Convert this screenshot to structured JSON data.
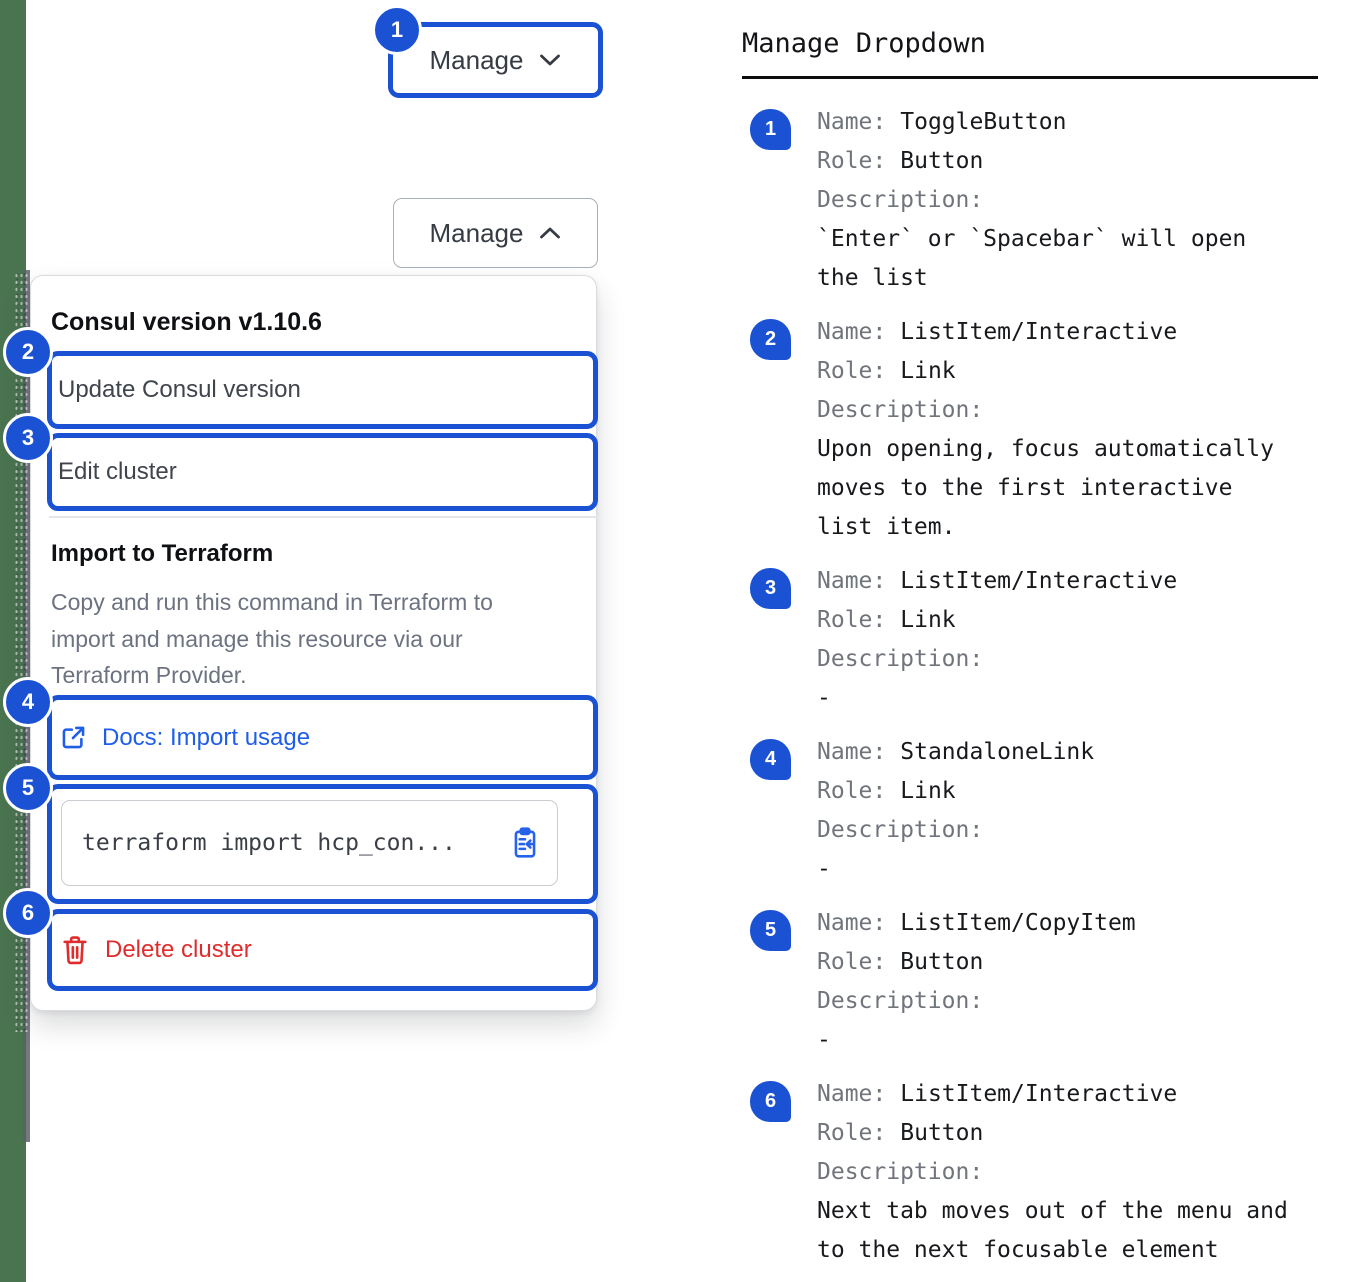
{
  "colors": {
    "annotation_blue": "#1b52d4",
    "link_blue": "#1f5ee8",
    "danger_red": "#e02c2c",
    "edge_green": "#4a7350"
  },
  "toggle_button": {
    "label": "Manage"
  },
  "open_button": {
    "label": "Manage"
  },
  "annotation_numbers": [
    "1",
    "2",
    "3",
    "4",
    "5",
    "6"
  ],
  "dropdown": {
    "version_header": "Consul version v1.10.6",
    "menu_items": [
      {
        "label": "Update Consul version"
      },
      {
        "label": "Edit cluster"
      }
    ],
    "import_section": {
      "title": "Import to Terraform",
      "description": "Copy and run this command in Terraform to import and manage this resource via our Terraform Provider.",
      "docs_link_label": "Docs: Import usage",
      "code_snippet": "terraform import hcp_con...",
      "copy_icon": "clipboard-copy-icon"
    },
    "delete_label": "Delete cluster"
  },
  "legend": {
    "title": "Manage Dropdown",
    "field_labels": {
      "name": "Name:",
      "role": "Role:",
      "description": "Description:"
    },
    "items": [
      {
        "num": "1",
        "name": "ToggleButton",
        "role": "Button",
        "description": "`Enter` or `Spacebar` will open the list"
      },
      {
        "num": "2",
        "name": "ListItem/Interactive",
        "role": "Link",
        "description": "Upon opening, focus automatically moves to the first interactive list item."
      },
      {
        "num": "3",
        "name": "ListItem/Interactive",
        "role": "Link",
        "description": "-"
      },
      {
        "num": "4",
        "name": "StandaloneLink",
        "role": "Link",
        "description": "-"
      },
      {
        "num": "5",
        "name": "ListItem/CopyItem",
        "role": "Button",
        "description": "-"
      },
      {
        "num": "6",
        "name": "ListItem/Interactive",
        "role": "Button",
        "description": "Next tab moves out of the menu and to the next focusable element"
      }
    ]
  }
}
